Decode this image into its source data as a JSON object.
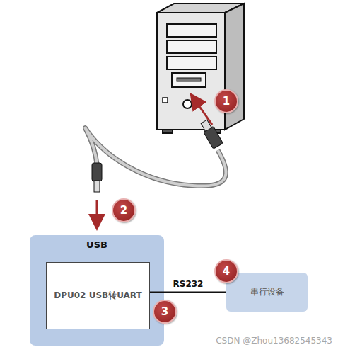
{
  "diagram": {
    "nodes": [
      {
        "text": [
          "USB"
        ]
      },
      {
        "text": [
          "DPU02 USB转UART"
        ],
        "in": 0
      },
      {
        "text": [
          "串行设备"
        ]
      }
    ],
    "edges": [
      {
        "from": 1,
        "to": 2,
        "label": "RS232",
        "arrow": "none"
      }
    ],
    "labels": [
      "1",
      "2",
      "3",
      "4",
      "CSDN @Zhou13682545343"
    ]
  }
}
